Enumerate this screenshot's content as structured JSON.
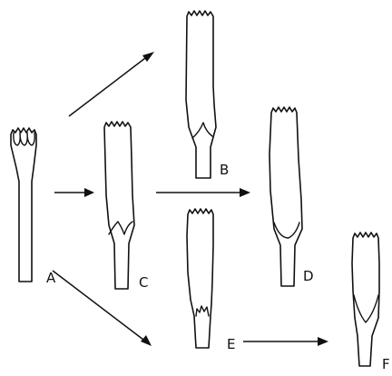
{
  "labels": {
    "a": "A",
    "b": "B",
    "c": "C",
    "d": "D",
    "e": "E",
    "f": "F"
  },
  "colors": {
    "ink": "#111111",
    "background": "#ffffff"
  },
  "arrows": [
    {
      "from": "A",
      "to": "B"
    },
    {
      "from": "A",
      "to": "C"
    },
    {
      "from": "C",
      "to": "D"
    },
    {
      "from": "A",
      "to": "E"
    },
    {
      "from": "E",
      "to": "F"
    }
  ]
}
